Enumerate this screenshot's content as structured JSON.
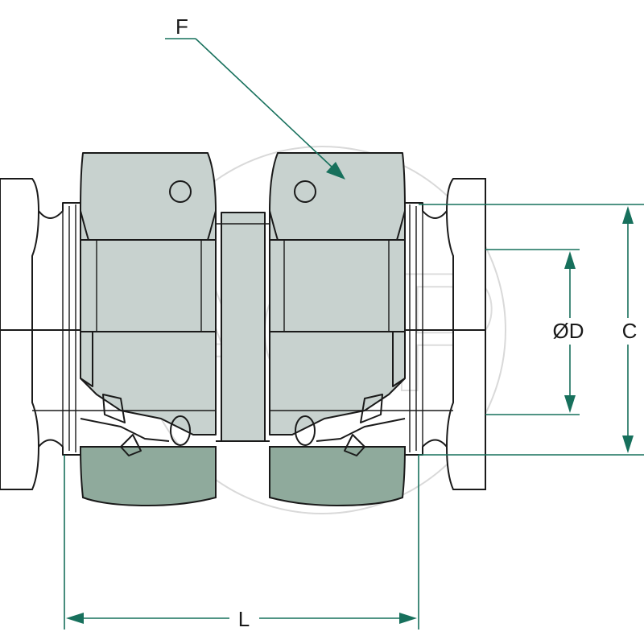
{
  "labels": {
    "F": "F",
    "D": "ØD",
    "C": "C",
    "L": "L"
  },
  "watermark": {
    "text": "AGP"
  },
  "colors": {
    "nut": "#c8d2cf",
    "nut_dark": "#8faa9c",
    "dimension": "#17705c",
    "outline": "#1a1a1a"
  }
}
